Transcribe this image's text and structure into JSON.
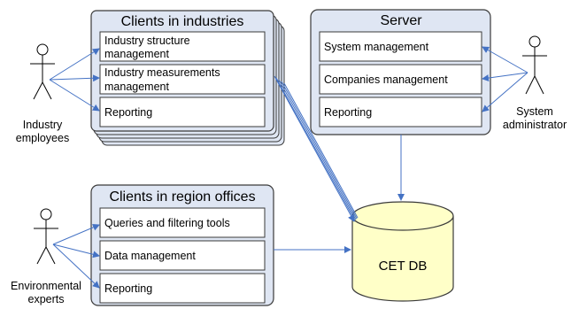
{
  "groups": {
    "industries": {
      "title": "Clients in industries",
      "items": [
        "Industry structure",
        "management",
        "Industry measurements",
        "management",
        "Reporting"
      ]
    },
    "server": {
      "title": "Server",
      "items": [
        "System management",
        "Companies management",
        "Reporting"
      ]
    },
    "region": {
      "title": "Clients in region offices",
      "items": [
        "Queries and filtering tools",
        "Data management",
        "Reporting"
      ]
    }
  },
  "actors": {
    "industry_employees": [
      "Industry",
      "employees"
    ],
    "system_administrator": [
      "System",
      "administrator"
    ],
    "environmental_experts": [
      "Environmental",
      "experts"
    ]
  },
  "database": {
    "label": "CET DB"
  },
  "colors": {
    "group_fill": "#dfe6f3",
    "group_stroke": "#3a3a3a",
    "box_fill": "#ffffff",
    "db_fill": "#ffffc8",
    "arrow": "#4472c4"
  }
}
